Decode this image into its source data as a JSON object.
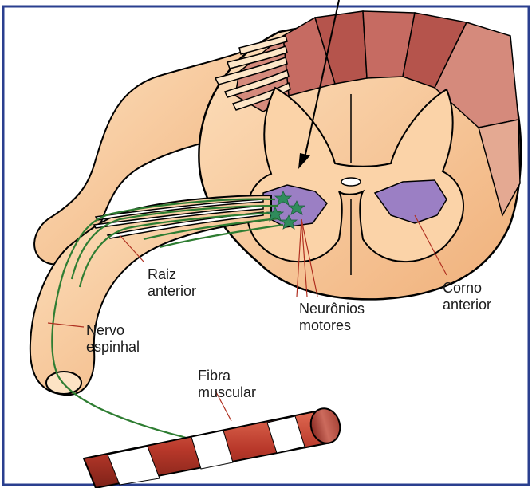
{
  "labels": {
    "raiz_line1": "Raiz",
    "raiz_line2": "anterior",
    "neuronios_line1": "Neurônios",
    "neuronios_line2": "motores",
    "corno_line1": "Corno",
    "corno_line2": "anterior",
    "nervo_line1": "Nervo",
    "nervo_line2": "espinhal",
    "fibra_line1": "Fibra",
    "fibra_line2": "muscular"
  },
  "colors": {
    "frame": "#2a3f8f",
    "tissue": "#f6c99a",
    "tissue_light": "#fde3c4",
    "white_matter_dark": "#b5615a",
    "white_matter_mid": "#d4877c",
    "grey_matter": "#9b7fc4",
    "neuron": "#2f8c5c",
    "axon": "#2e7d32",
    "muscle": "#c0392b",
    "outline": "#000000"
  },
  "icons": [
    "arrow-pointer-icon",
    "motor-neuron-star-icon"
  ]
}
